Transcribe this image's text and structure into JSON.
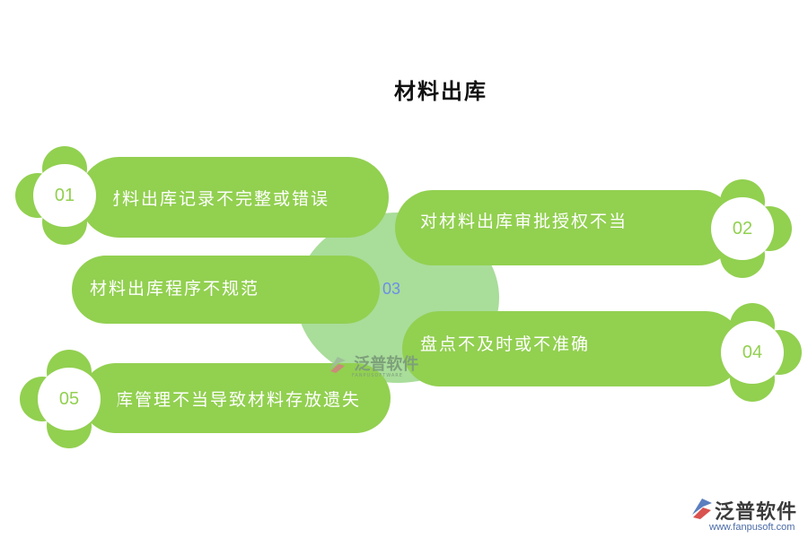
{
  "title": "材料出库",
  "center": {
    "number": "03"
  },
  "watermark": {
    "name": "泛普软件",
    "sub": "FANPUSOFTWARE"
  },
  "items": [
    {
      "number": "01",
      "text": "材料出库记录不完整或错误"
    },
    {
      "number": "02",
      "text": "对材料出库审批授权不当"
    },
    {
      "number": "",
      "text": "材料出库程序不规范"
    },
    {
      "number": "04",
      "text": "盘点不及时或不准确"
    },
    {
      "number": "05",
      "text": "仓库管理不当导致材料存放遗失"
    }
  ],
  "logo": {
    "name": "泛普软件",
    "url": "www.fanpusoft.com"
  },
  "colors": {
    "green": "#92d050",
    "light_green": "#a9dd9a",
    "number_blue": "#6a8fe8"
  }
}
